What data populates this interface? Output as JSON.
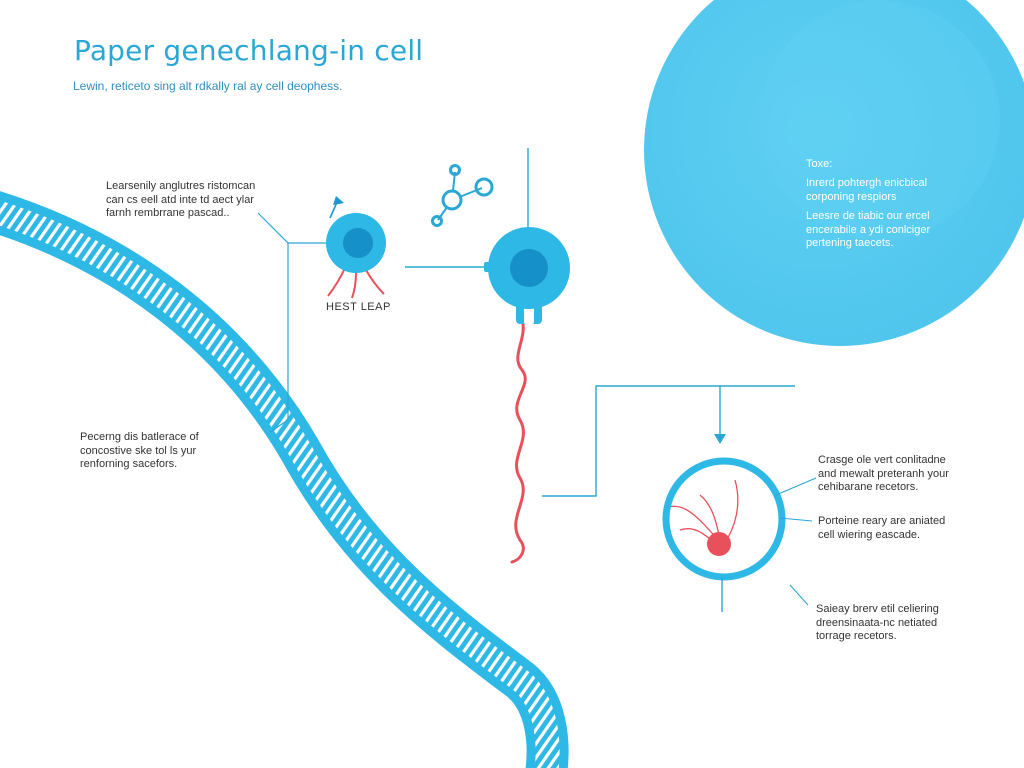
{
  "title": "Paper genechlang-in cell",
  "subtitle": "Lewin, reticeto sing alt rdkally ral ay cell deophess.",
  "label_top_left": [
    "Learsenily anglutres ristomcan",
    "can cs eell atd inte td aect ylar",
    "farnh rembrrane pascad.."
  ],
  "label_mid_left": [
    "Pecerng dis batlerace of",
    "concostive ske tol ls yur",
    "renforning sacefors."
  ],
  "cell_caption": "HEST LEAP",
  "bubble_header": "Toxe:",
  "bubble_para_1": [
    "Inrerd pohtergh enicbical",
    "corponing respiors"
  ],
  "bubble_para_2": [
    "Leesre de tiabic our ercel",
    "encerabile a ydi conlciger",
    "pertening taecets."
  ],
  "label_right_1": [
    "Crasge ole vert conlitadne",
    "and mewalt preteranh your",
    "cehibarane recetors."
  ],
  "label_right_2": [
    "Porteine reary are aniated",
    "cell wiering eascade."
  ],
  "label_right_3": [
    "Saieay brerv etil celiering",
    "dreensinaata-nc netiated",
    "torrage recetors."
  ],
  "colors": {
    "primary_blue": "#2db8e6",
    "light_blue": "#5ccdf0",
    "dark_blue": "#1690c8",
    "red": "#e8505b",
    "text": "#333333"
  }
}
